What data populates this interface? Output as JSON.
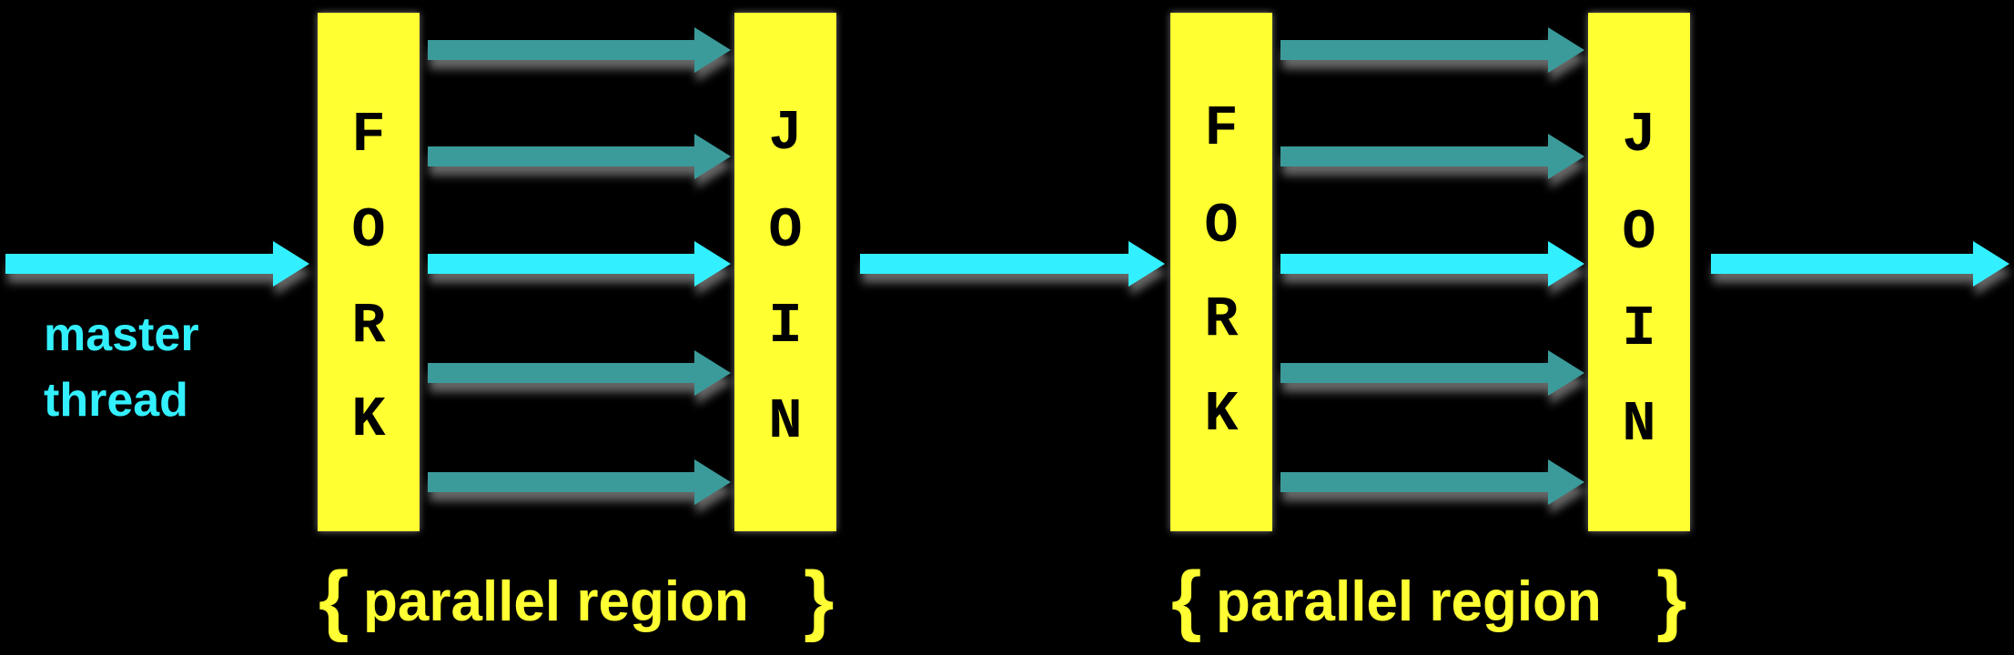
{
  "colors": {
    "background": "#000000",
    "fork_join_bar": "#ffff33",
    "master_thread_arrow": "#33f0ff",
    "worker_thread_arrow": "#3a9a9a",
    "label_text": "#ffff33",
    "master_label_text": "#33f0ff"
  },
  "master_thread": {
    "label_line1": "master",
    "label_line2": "thread"
  },
  "regions": [
    {
      "fork_label": [
        "F",
        "O",
        "R",
        "K"
      ],
      "join_label": [
        "J",
        "O",
        "I",
        "N"
      ],
      "brace_open": "{",
      "region_label": "parallel region",
      "brace_close": "}",
      "thread_count": 5
    },
    {
      "fork_label": [
        "F",
        "O",
        "R",
        "K"
      ],
      "join_label": [
        "J",
        "O",
        "I",
        "N"
      ],
      "brace_open": "{",
      "region_label": "parallel region",
      "brace_close": "}",
      "thread_count": 5
    }
  ]
}
